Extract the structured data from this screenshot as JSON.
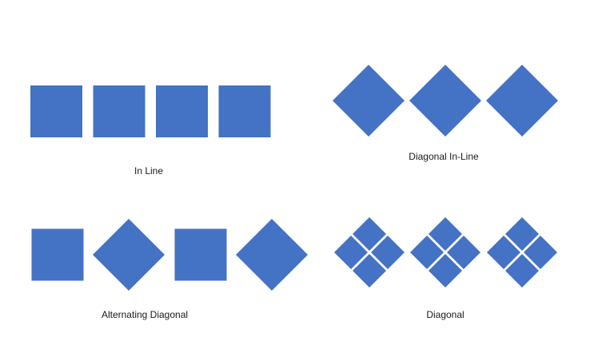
{
  "colors": {
    "shape_fill": "#4472c4",
    "background": "#ffffff",
    "text": "#1a1a1a"
  },
  "patterns": {
    "in_line": {
      "label": "In Line",
      "count": 4
    },
    "diagonal_in_line": {
      "label": "Diagonal In-Line",
      "count": 3
    },
    "alternating_diagonal": {
      "label": "Alternating Diagonal",
      "sequence": [
        "square",
        "diamond",
        "square",
        "diamond"
      ]
    },
    "diagonal": {
      "label": "Diagonal",
      "groups": 3,
      "diamonds_per_group": 4
    }
  }
}
